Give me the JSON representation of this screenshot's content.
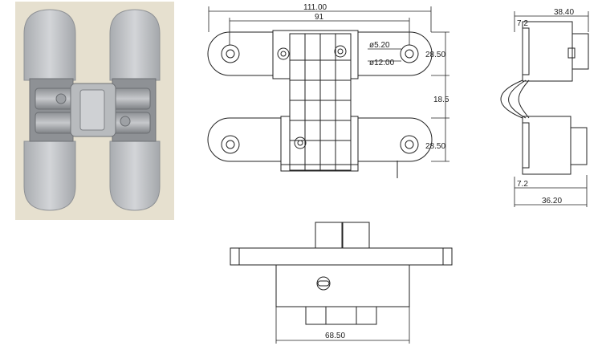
{
  "photo": {
    "background": "#e6e0cf",
    "metal": "#b9bcbf"
  },
  "dimensions": {
    "overall_width": "111.00",
    "hole_spacing": "91",
    "hole_small_dia": "ø5.20",
    "hole_large_dia": "ø12.00",
    "leaf_height_top": "28.50",
    "gap": "18.5",
    "leaf_height_bottom": "28.50",
    "side_top_width": "38.40",
    "side_top_offset": "7.2",
    "side_bottom_offset": "7.2",
    "side_bottom_width": "36.20",
    "bottom_width": "68.50"
  }
}
